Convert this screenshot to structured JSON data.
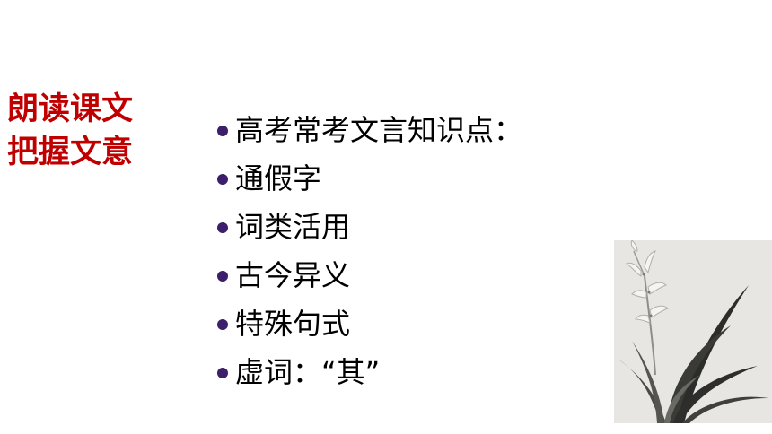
{
  "side_title": {
    "line1": "朗读课文",
    "line2": "把握文意"
  },
  "bullets": [
    "高考常考文言知识点：",
    "通假字",
    "词类活用",
    "古今异义",
    "特殊句式",
    "虚词：“其”"
  ],
  "colors": {
    "title": "#c00000",
    "bullet_dot": "#3c1e6b",
    "painting_bg": "#e8e6e2"
  },
  "image": {
    "icon": "orchid-ink-painting"
  }
}
